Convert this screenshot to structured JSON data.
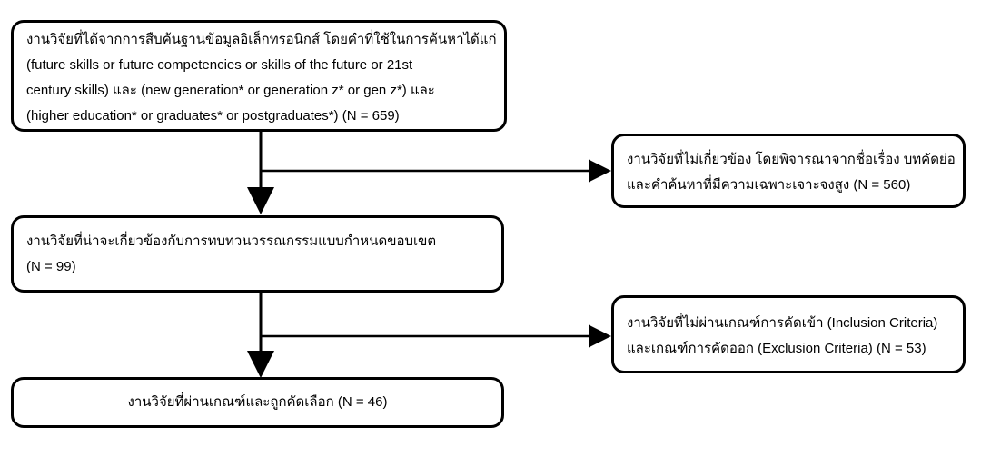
{
  "boxes": {
    "identified": {
      "lines": [
        "งานวิจัยที่ได้จากการสืบค้นฐานข้อมูลอิเล็กทรอนิกส์ โดยคำที่ใช้ในการค้นหาได้แก่",
        "(future skills or future competencies or skills of the future or 21st",
        "century skills) และ (new generation* or generation z* or gen z*) และ",
        "(higher education* or graduates* or postgraduates*) (N = 659)"
      ]
    },
    "excluded_irrelevant": {
      "lines": [
        "งานวิจัยที่ไม่เกี่ยวข้อง โดยพิจารณาจากชื่อเรื่อง บทคัดย่อ",
        "และคำค้นหาที่มีความเฉพาะเจาะจงสูง (N = 560)"
      ]
    },
    "screened": {
      "lines": [
        "งานวิจัยที่น่าจะเกี่ยวข้องกับการทบทวนวรรณกรรมแบบกำหนดขอบเขต",
        "(N = 99)"
      ]
    },
    "excluded_criteria": {
      "lines": [
        "งานวิจัยที่ไม่ผ่านเกณฑ์การคัดเข้า (Inclusion Criteria)",
        "และเกณฑ์การคัดออก (Exclusion Criteria) (N = 53)"
      ]
    },
    "included": {
      "lines": [
        "งานวิจัยที่ผ่านเกณฑ์และถูกคัดเลือก (N = 46)"
      ]
    }
  }
}
